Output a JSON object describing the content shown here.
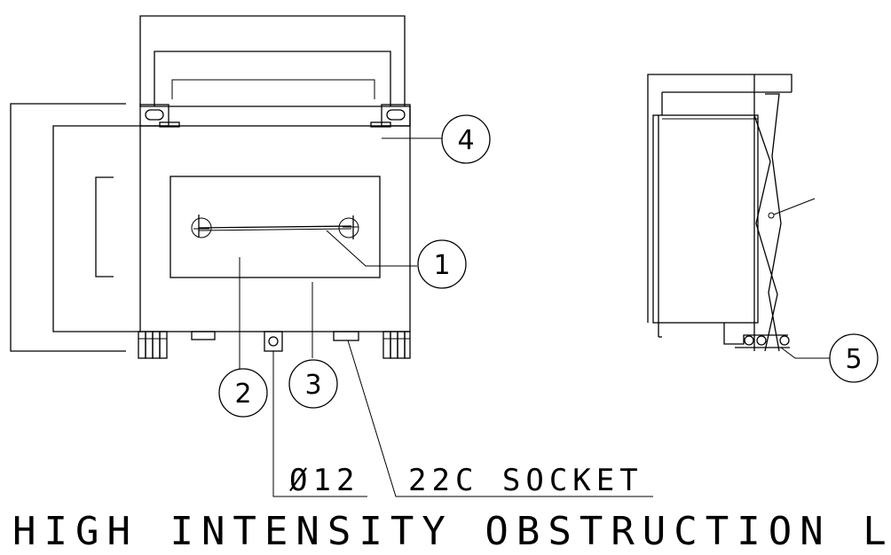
{
  "title": "HIGH INTENSITY OBSTRUCTION LIGHT",
  "notes": {
    "hole": "Ø12",
    "socket": "22C SOCKET"
  },
  "callouts": [
    {
      "id": "1",
      "label": "1"
    },
    {
      "id": "2",
      "label": "2"
    },
    {
      "id": "3",
      "label": "3"
    },
    {
      "id": "4",
      "label": "4"
    },
    {
      "id": "5",
      "label": "5"
    }
  ],
  "colors": {
    "line": "#000000",
    "background": "#ffffff"
  }
}
